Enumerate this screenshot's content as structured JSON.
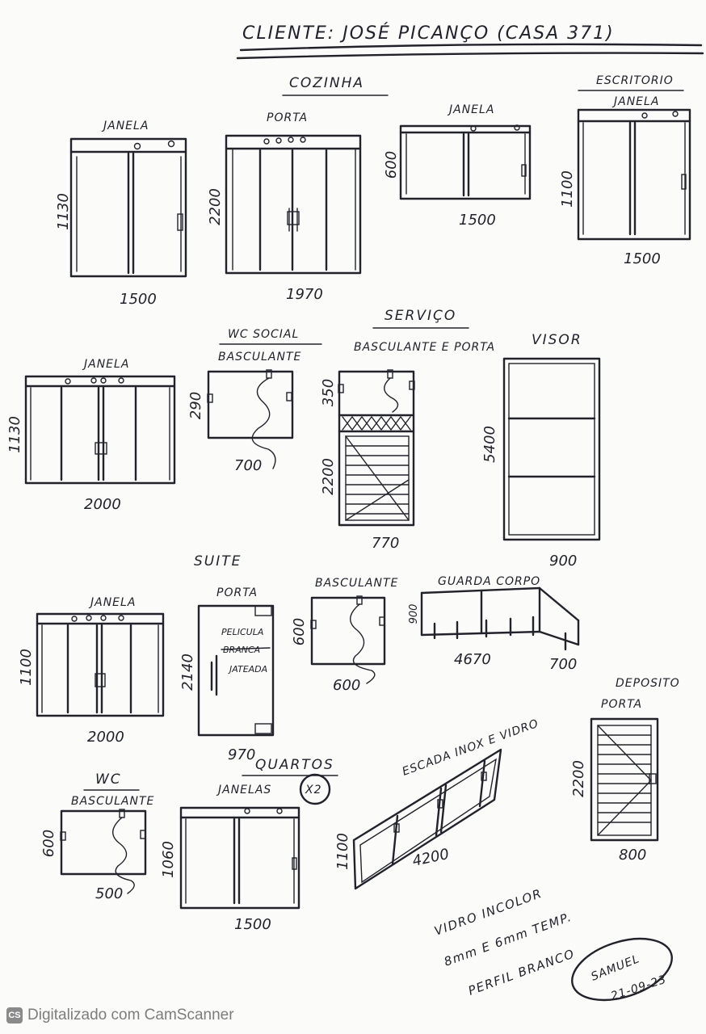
{
  "header": {
    "client": "CLIENTE: JOSÉ PICANÇO (CASA 371)"
  },
  "sections": {
    "cozinha": "COZINHA",
    "escritorio": "ESCRITORIO",
    "wc_social": "WC SOCIAL",
    "servico": "SERVIÇO",
    "suite": "SUITE",
    "quartos": "QUARTOS",
    "wc": "WC",
    "deposito": "DEPOSITO"
  },
  "items": {
    "cozinha_janela": {
      "label": "JANELA",
      "height": "1130",
      "width": "1500"
    },
    "cozinha_porta": {
      "label": "PORTA",
      "height": "2200",
      "width": "1970"
    },
    "cozinha_janela2": {
      "label": "JANELA",
      "height": "600",
      "width": "1500"
    },
    "escritorio_janela": {
      "label": "JANELA",
      "height": "1100",
      "width": "1500"
    },
    "janela_2000": {
      "label": "JANELA",
      "height": "1130",
      "width": "2000"
    },
    "wc_social_basculante": {
      "label": "BASCULANTE",
      "height": "290",
      "width": "700"
    },
    "servico_basculante_porta": {
      "label": "BASCULANTE E PORTA",
      "height_top": "350",
      "height_bottom": "2200",
      "width": "770"
    },
    "visor": {
      "label": "VISOR",
      "height": "5400",
      "width": "900"
    },
    "suite_janela": {
      "label": "JANELA",
      "height": "1100",
      "width": "2000"
    },
    "suite_porta": {
      "label": "PORTA",
      "height": "2140",
      "width": "970",
      "film_1": "PELICULA",
      "film_2": "BRANCA",
      "film_3": "JATEADA"
    },
    "suite_basculante": {
      "label": "BASCULANTE",
      "height": "600",
      "width": "600"
    },
    "guarda_corpo": {
      "label": "GUARDA CORPO",
      "height": "900",
      "width": "4670",
      "return": "700"
    },
    "deposito_porta": {
      "label": "PORTA",
      "height": "2200",
      "width": "800"
    },
    "wc_basculante": {
      "label": "BASCULANTE",
      "height": "600",
      "width": "500"
    },
    "quartos_janelas": {
      "label": "JANELAS",
      "qty": "X2",
      "height": "1060",
      "width": "1500"
    },
    "escada": {
      "label": "ESCADA INOX E VIDRO",
      "height": "1100",
      "width": "4200"
    }
  },
  "notes": {
    "line1": "VIDRO INCOLOR",
    "line2": "8mm E 6mm TEMP.",
    "line3": "PERFIL BRANCO"
  },
  "signature": {
    "name": "SAMUEL",
    "date": "21-09-23"
  },
  "footer": {
    "icon": "CS",
    "text": "Digitalizado com CamScanner"
  }
}
